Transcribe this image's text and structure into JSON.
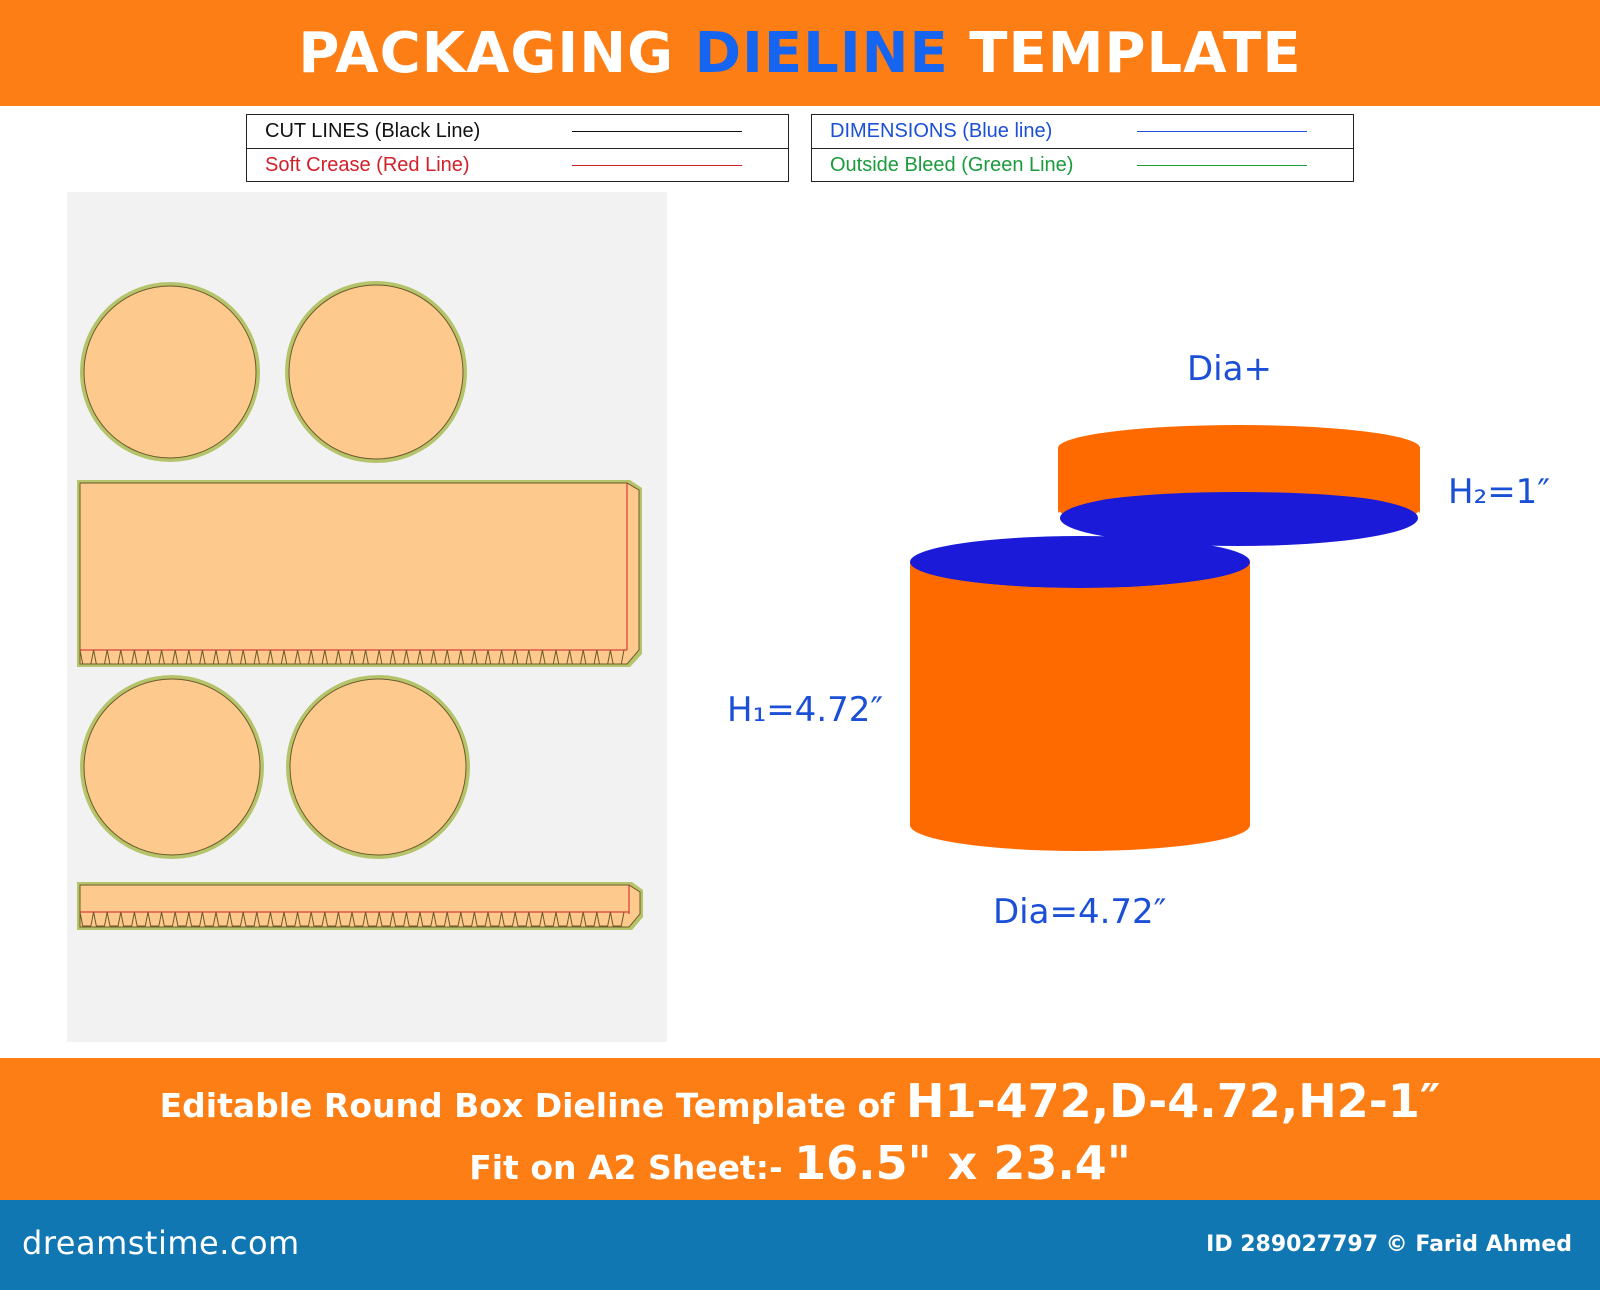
{
  "header": {
    "title_part1": "PACKAGING ",
    "title_highlight": "DIELINE",
    "title_part2": " TEMPLATE",
    "bg_color": "#fd7e14",
    "highlight_color": "#1565f0"
  },
  "legend": {
    "cut": {
      "label": "CUT LINES (Black Line)",
      "color": "#111111"
    },
    "crease": {
      "label": "Soft Crease (Red Line)",
      "color": "#d0202a"
    },
    "dimensions": {
      "label": "DIMENSIONS (Blue line)",
      "color": "#1a4fd6"
    },
    "bleed": {
      "label": "Outside Bleed (Green Line)",
      "color": "#1a9b3c"
    }
  },
  "dieline": {
    "panel_fill": "#fdc98c",
    "bleed_color": "#b5c46a"
  },
  "box_3d": {
    "lid_label": "Dia+",
    "lid_height_label": "H₂=1″",
    "body_height_label": "H₁=4.72″",
    "diameter_label": "Dia=4.72″",
    "outer_color": "#ff6a00",
    "inner_color": "#1a1ad8"
  },
  "footer": {
    "line1_small": "Editable Round Box Dieline Template of ",
    "line1_big": "H1-472,D-4.72,H2-1″",
    "line2_small": "Fit on A2 Sheet:- ",
    "line2_big": "16.5\" x 23.4\""
  },
  "brand": {
    "site": "dreamstime.com",
    "credit": "ID 289027797 © Farid Ahmed"
  }
}
